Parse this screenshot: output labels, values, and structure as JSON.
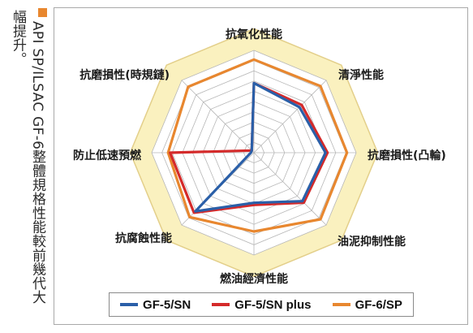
{
  "caption": {
    "line1": "API SP/ILSAC GF-6整體規格性能較前幾代大",
    "line2": "幅提升。",
    "marker_color": "#e8872f"
  },
  "chart_data": {
    "type": "radar",
    "categories": [
      "抗氧化性能",
      "清淨性能",
      "抗磨損性(凸輪)",
      "油泥抑制性能",
      "燃油經濟性能",
      "抗腐蝕性能",
      "防止低速預燃",
      "抗磨損性(時規鏈)"
    ],
    "rmax": 10,
    "grid_levels": 10,
    "series": [
      {
        "name": "GF-5/SN",
        "color": "#2a5fa8",
        "values": [
          6.8,
          6.3,
          7.0,
          6.7,
          4.9,
          8.1,
          0.3,
          0.3
        ]
      },
      {
        "name": "GF-5/SN plus",
        "color": "#d42a2a",
        "values": [
          6.8,
          6.6,
          7.2,
          6.9,
          5.1,
          8.3,
          8.2,
          0.3
        ]
      },
      {
        "name": "GF-6/SP",
        "color": "#e8872f",
        "values": [
          9.1,
          9.2,
          9.1,
          9.2,
          7.7,
          8.9,
          8.4,
          9.1
        ]
      }
    ],
    "outer_fill": "#faf1bf"
  }
}
